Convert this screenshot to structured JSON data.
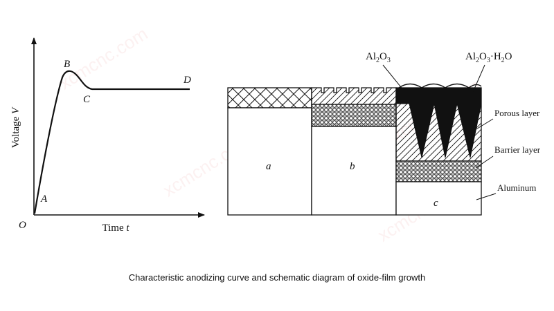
{
  "graph": {
    "y_axis_label": "Voltage",
    "y_axis_var": "V",
    "x_axis_label": "Time",
    "x_axis_var": "t",
    "origin": "O",
    "points": [
      "A",
      "B",
      "C",
      "D"
    ]
  },
  "diagram": {
    "stage_labels": [
      "a",
      "b",
      "c"
    ],
    "chem_left": {
      "base": "Al",
      "sub1": "2",
      "mid": "O",
      "sub2": "3"
    },
    "chem_right": {
      "base": "Al",
      "sub1": "2",
      "mid": "O",
      "sub2": "3",
      "dot": "·H",
      "sub3": "2",
      "end": "O"
    },
    "layers": [
      "Porous layer",
      "Barrier layer",
      "Aluminum"
    ]
  },
  "caption": "Characteristic anodizing curve and schematic diagram of oxide-film growth",
  "watermark": "xcmcnc.com"
}
